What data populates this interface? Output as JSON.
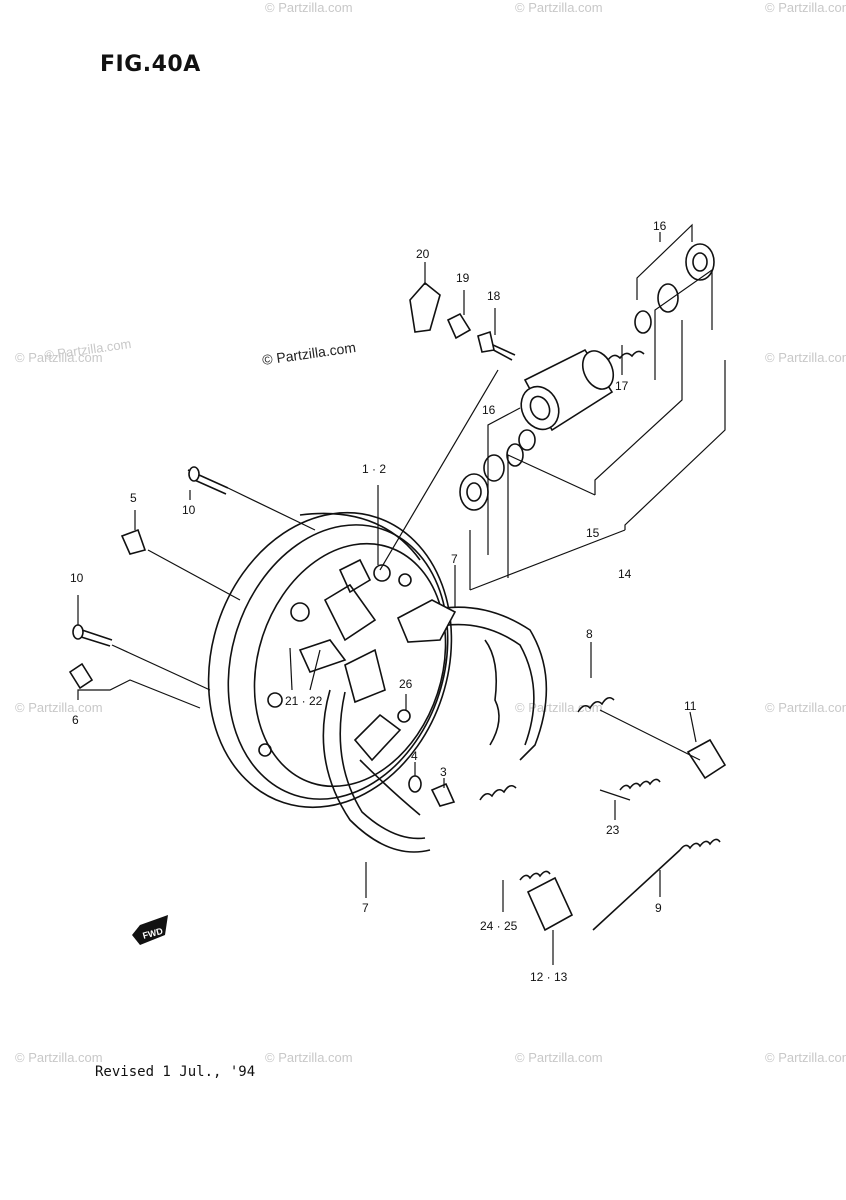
{
  "figure": {
    "title": "FIG.40A",
    "revised": "Revised 1 Jul., '94",
    "watermark_text": "© Partzilla.com",
    "front_badge": "FWD"
  },
  "callouts": [
    {
      "id": "c20",
      "label": "20"
    },
    {
      "id": "c19",
      "label": "19"
    },
    {
      "id": "c18",
      "label": "18"
    },
    {
      "id": "c16a",
      "label": "16"
    },
    {
      "id": "c16b",
      "label": "16"
    },
    {
      "id": "c17",
      "label": "17"
    },
    {
      "id": "c15",
      "label": "15"
    },
    {
      "id": "c14",
      "label": "14"
    },
    {
      "id": "c12",
      "label": "1 · 2"
    },
    {
      "id": "c10a",
      "label": "10"
    },
    {
      "id": "c5",
      "label": "5"
    },
    {
      "id": "c10b",
      "label": "10"
    },
    {
      "id": "c6",
      "label": "6"
    },
    {
      "id": "c2122",
      "label": "21 · 22"
    },
    {
      "id": "c7a",
      "label": "7"
    },
    {
      "id": "c7b",
      "label": "7"
    },
    {
      "id": "c26",
      "label": "26"
    },
    {
      "id": "c4",
      "label": "4"
    },
    {
      "id": "c3",
      "label": "3"
    },
    {
      "id": "c8",
      "label": "8"
    },
    {
      "id": "c11",
      "label": "11"
    },
    {
      "id": "c23",
      "label": "23"
    },
    {
      "id": "c9",
      "label": "9"
    },
    {
      "id": "c2425",
      "label": "24 · 25"
    },
    {
      "id": "c1213",
      "label": "12 · 13"
    }
  ]
}
